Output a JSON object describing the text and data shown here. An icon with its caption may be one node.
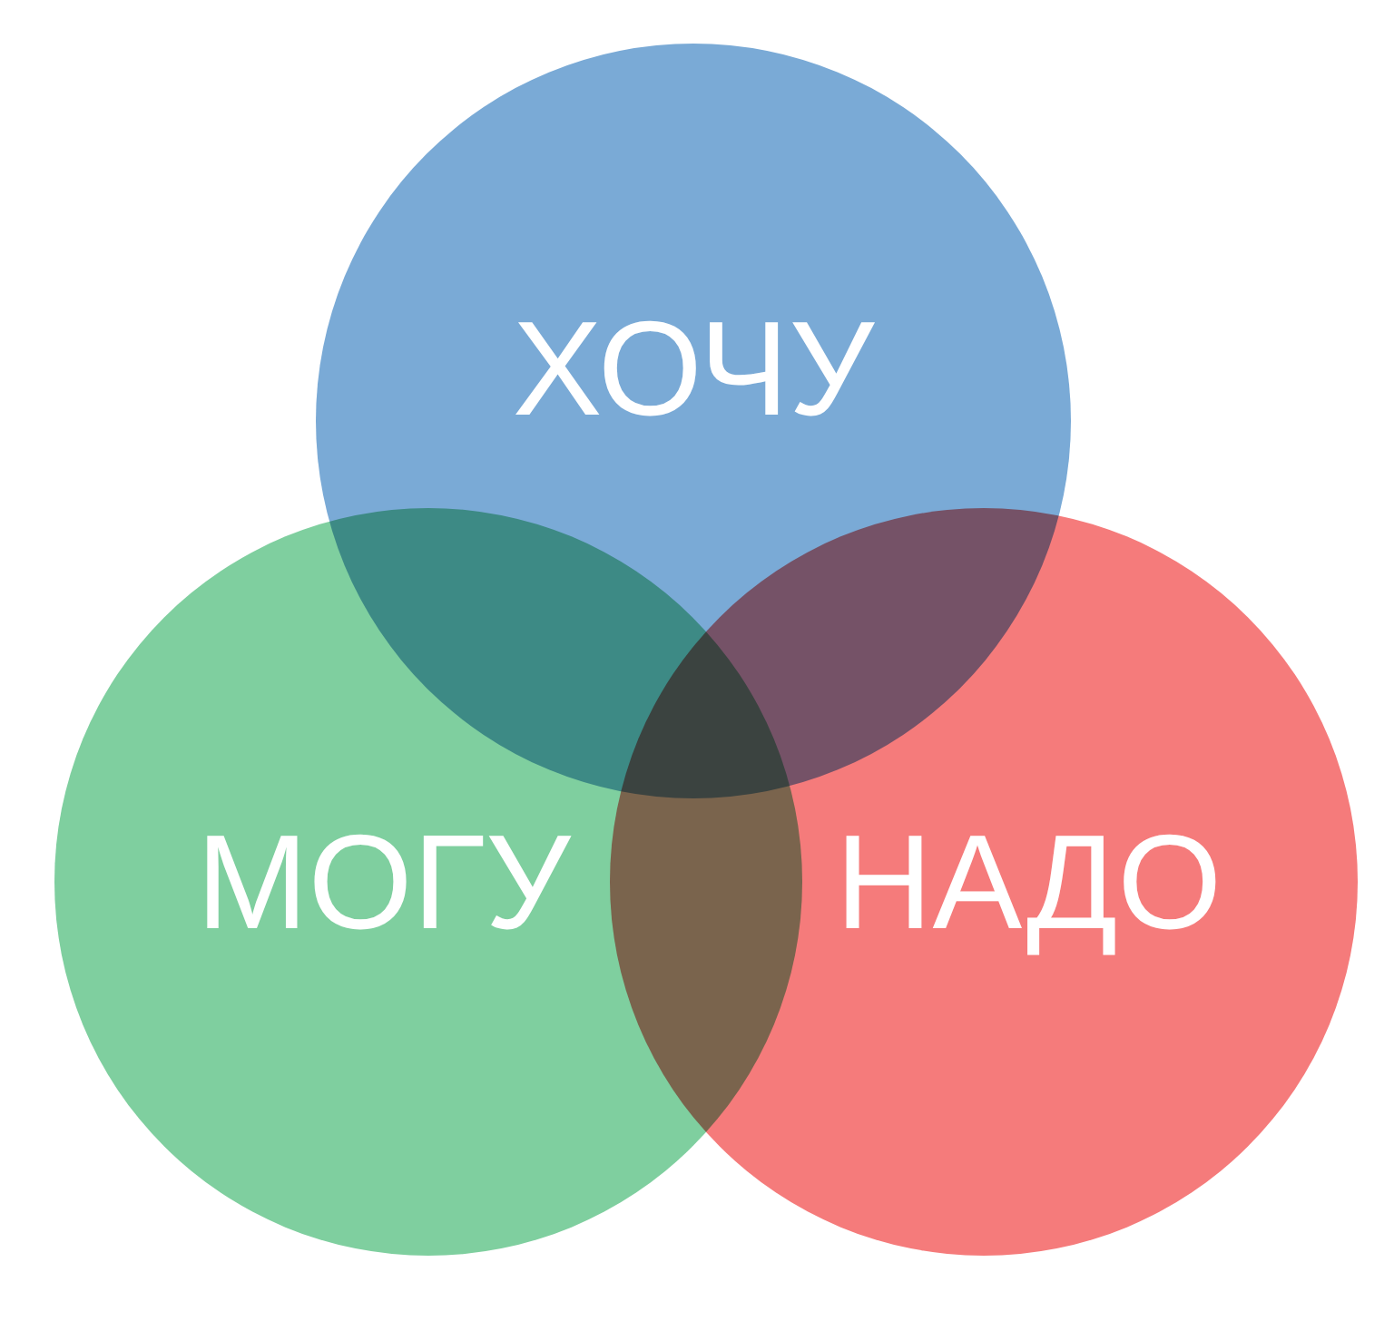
{
  "diagram": {
    "nodes": [
      {
        "text": [
          "ХОЧУ"
        ]
      },
      {
        "text": [
          "МОГУ"
        ]
      },
      {
        "text": [
          "НАДО"
        ]
      }
    ]
  }
}
